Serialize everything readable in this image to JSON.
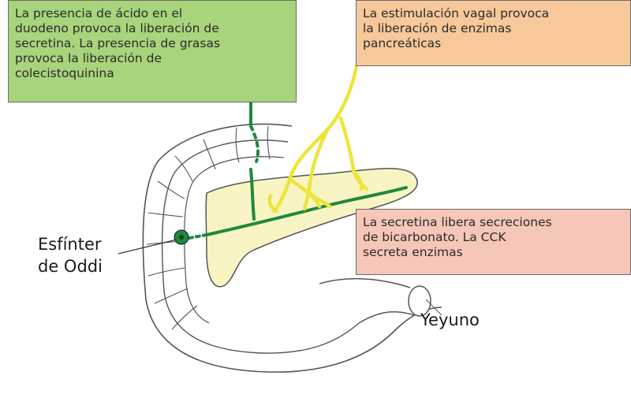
{
  "boxes": {
    "secretin_cck": "La presencia de ácido en el\nduodeno provoca la liberación de\nsecretina. La presencia de grasas\nprovoca la liberación de\ncolecistoquinina",
    "vagal": "La estimulación vagal provoca\nla liberación de enzimas\npancreáticas",
    "secretions": "La secretina libera secreciones\nde bicarbonato. La CCK\nsecreta enzimas"
  },
  "labels": {
    "sphincter": "Esfínter\nde Oddi",
    "jejunum": "Yeyuno"
  },
  "colors": {
    "green_box": "#a8d47c",
    "orange_box": "#f7c89a",
    "pink_box": "#f6c6b8",
    "pancreas": "#f9f4c3",
    "duct": "#1e8a3a",
    "nerve": "#eee53a",
    "outline": "#555555"
  }
}
